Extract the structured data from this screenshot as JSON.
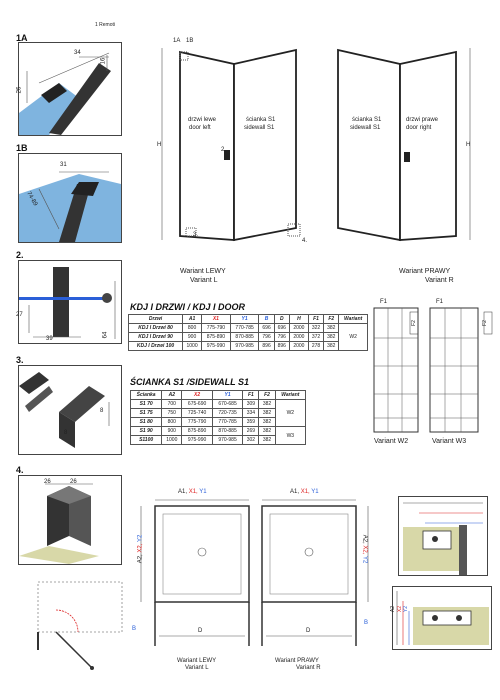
{
  "header_mark": "1 Remoti",
  "sections": {
    "s1a": {
      "label": "1A",
      "dim_top": "34",
      "dim_side": "16",
      "dim_left": "26"
    },
    "s1b": {
      "label": "1B",
      "dim_top": "31",
      "dim_side": "74-89"
    },
    "s2": {
      "label": "2.",
      "dim_left": "27",
      "dim_bottom": "39",
      "dim_right": "64"
    },
    "s3": {
      "label": "3.",
      "dim_right": "8",
      "dim_bottom": "8"
    },
    "s4": {
      "label": "4.",
      "dim_a": "26",
      "dim_b": "26"
    }
  },
  "elevation": {
    "callouts": {
      "c1a": "1A",
      "c1b": "1B",
      "c2": "2.",
      "c3": "3.",
      "c4": "4."
    },
    "left": {
      "h_label": "H",
      "door_text_pl": "drzwi lewe",
      "door_text_en": "door left",
      "wall_text_pl": "ścianka S1",
      "wall_text_en": "sidewall S1",
      "caption_pl": "Wariant LEWY",
      "caption_en": "Variant L"
    },
    "right": {
      "h_label": "H",
      "wall_text_pl": "ścianka S1",
      "wall_text_en": "sidewall S1",
      "door_text_pl": "drzwi prawe",
      "door_text_en": "door right",
      "caption_pl": "Wariant PRAWY",
      "caption_en": "Variant R"
    }
  },
  "table_doors": {
    "title": "KDJ I DRZWI / KDJ I DOOR",
    "headers": [
      "Drzwi",
      "A1",
      "X1",
      "Y1",
      "B",
      "D",
      "H",
      "F1",
      "F2",
      "Wariant"
    ],
    "rows": [
      [
        "KDJ I Drzwi 80",
        "800",
        "775-790",
        "770-785",
        "696",
        "696",
        "2000",
        "322",
        "382"
      ],
      [
        "KDJ I Drzwi 90",
        "900",
        "875-890",
        "870-885",
        "796",
        "796",
        "2000",
        "372",
        "382"
      ],
      [
        "KDJ I Drzwi 100",
        "1000",
        "975-990",
        "970-985",
        "896",
        "896",
        "2000",
        "278",
        "382"
      ]
    ],
    "variant": "W2"
  },
  "table_walls": {
    "title": "ŚCIANKA S1 /SIDEWALL S1",
    "headers": [
      "Ścianka",
      "A2",
      "X2",
      "Y1",
      "F1",
      "F2",
      "Wariant"
    ],
    "rows": [
      [
        "S1 70",
        "700",
        "675-690",
        "670-685",
        "309",
        "382"
      ],
      [
        "S1 75",
        "750",
        "725-740",
        "720-735",
        "334",
        "382"
      ],
      [
        "S1 80",
        "800",
        "775-790",
        "770-785",
        "359",
        "382"
      ],
      [
        "S1 90",
        "900",
        "875-890",
        "870-885",
        "269",
        "382"
      ],
      [
        "S1100",
        "1000",
        "975-990",
        "970-985",
        "302",
        "382"
      ]
    ],
    "variant_a": "W2",
    "variant_b": "W3"
  },
  "grids": {
    "w2": {
      "f1": "F1",
      "f2": "F2",
      "caption": "Variant W2"
    },
    "w3": {
      "f1": "F1",
      "f2": "F2",
      "caption": "Variant W3"
    }
  },
  "plans": {
    "left": {
      "top_a": "A1,",
      "top_x": "X1,",
      "top_y": "Y1",
      "side_a": "A2,",
      "side_x": "X2,",
      "side_y": "Y2",
      "d": "D",
      "b": "B",
      "caption_pl": "Wariant LEWY",
      "caption_en": "Variant L"
    },
    "right": {
      "top_a": "A1,",
      "top_x": "X1,",
      "top_y": "Y1",
      "side_a": "A2,",
      "side_x": "X2,",
      "side_y": "Y2",
      "d": "D",
      "b": "B",
      "caption_pl": "Wariant PRAWY",
      "caption_en": "Variant R"
    }
  },
  "detail": {
    "a1": "A1",
    "x1": "X1",
    "y1": "Y1",
    "a2": "A2",
    "x2": "X2",
    "y2": "Y2"
  }
}
